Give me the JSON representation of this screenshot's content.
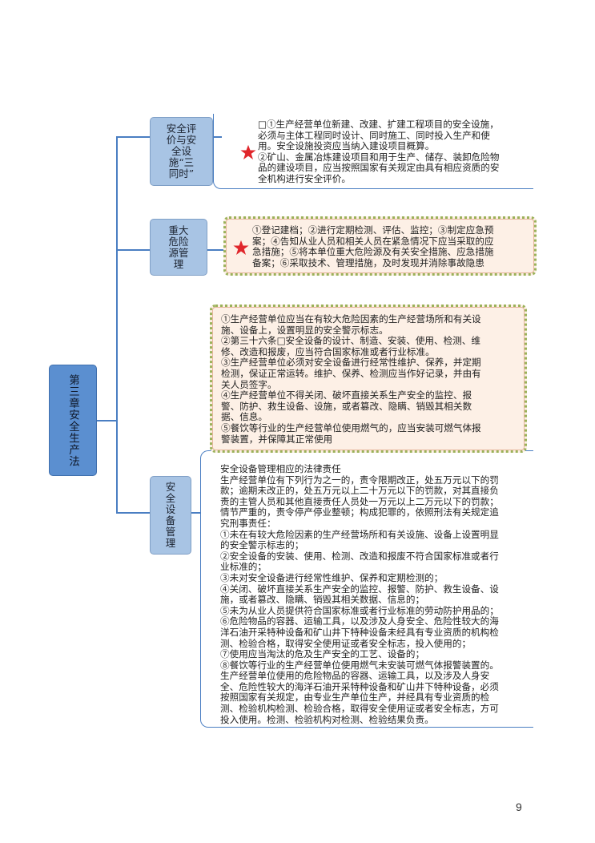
{
  "root": {
    "label": "第三章安全生产法"
  },
  "branches": [
    {
      "label": "安全评\n价与安\n全设\n施“三\n同时”",
      "content": "□①生产经营单位新建、改建、扩建工程项目的安全设施，\n必须与主体工程同时设计、同时施工、同时投入生产和使\n用。安全设施投资应当纳入建设项目概算。\n②矿山、金属冶炼建设项目和用于生产、储存、装卸危险物\n品的建设项目，应当按照国家有关规定由具有相应资质的安\n全机构进行安全评价。"
    },
    {
      "label": "重大\n危险\n源管\n理",
      "content": "①登记建档；②进行定期检测、评估、监控；③制定应急预\n案；④告知从业人员和相关人员在紧急情况下应当采取的应\n急措施；⑤将本单位重大危险源及有关安全措施、应急措施\n备案；⑥采取技术、管理措施，及时发现并消除事故隐患"
    },
    {
      "label": "安\n全\n设\n备\n管\n理",
      "box_content": "①生产经营单位应当在有较大危险因素的生产经营场所和有关设\n施、设备上，设置明显的安全警示标志。\n②第三十六条□安全设备的设计、制造、安装、使用、检测、维\n修、改造和报废，应当符合国家标准或者行业标准。\n③生产经营单位必须对安全设备进行经常性维护、保养，并定期\n检测，保证正常运转。维护、保养、检测应当作好记录，并由有\n关人员签字。\n④生产经营单位不得关闭、破坏直接关系生产安全的监控、报\n警、防护、救生设备、设施，或者篡改、隐瞒、销毁其相关数\n据、信息。\n⑤餐饮等行业的生产经营单位使用燃气的，应当安装可燃气体报\n警装置，并保障其正常使用",
      "content": "安全设备管理相应的法律责任\n生产经营单位有下列行为之一的，责令限期改正，处五万元以下的罚\n款；逾期未改正的，处五万元以上二十万元以下的罚款，对其直接负\n责的主管人员和其他直接责任人员处一万元以上二万元以下的罚款；\n情节严重的，责令停产停业整顿；构成犯罪的，依照刑法有关规定追\n究刑事责任：\n①未在有较大危险因素的生产经营场所和有关设施、设备上设置明显\n的安全警示标志的；\n②安全设备的安装、使用、检测、改造和报废不符合国家标准或者行\n业标准的；\n③未对安全设备进行经常性维护、保养和定期检测的；\n④关闭、破坏直接关系生产安全的监控、报警、防护、救生设备、设\n施，或者篡改、隐瞒、销毁其相关数据、信息的；\n⑤未为从业人员提供符合国家标准或者行业标准的劳动防护用品的；\n⑥危险物品的容器、运输工具，以及涉及人身安全、危险性较大的海\n洋石油开采特种设备和矿山井下特种设备未经具有专业资质的机构检\n测、检验合格，取得安全使用证或者安全标志，投入使用的；\n⑦使用应当淘汰的危及生产安全的工艺、设备的；\n⑧餐饮等行业的生产经营单位使用燃气未安装可燃气体报警装置的。\n生产经营单位使用的危险物品的容器、运输工具，以及涉及人身安\n全、危险性较大的海洋石油开采特种设备和矿山井下特种设备，必须\n按照国家有关规定，由专业生产单位生产，并经具有专业资质的检\n测、检验机构检测、检验合格，取得安全使用证或者安全标志，方可\n投入使用。检测、检验机构对检测、检验结果负责。"
    }
  ],
  "page_number": "9",
  "colors": {
    "root_fill": "#5b8fd0",
    "node_fill": "#a8c4e4",
    "connector": "#4a7ec2",
    "star": "#e0262b",
    "highlight_border": "#9bb25a",
    "highlight_fill": "#fdf0e6"
  },
  "icons": {
    "highlight_marker": "red-star-icon"
  }
}
